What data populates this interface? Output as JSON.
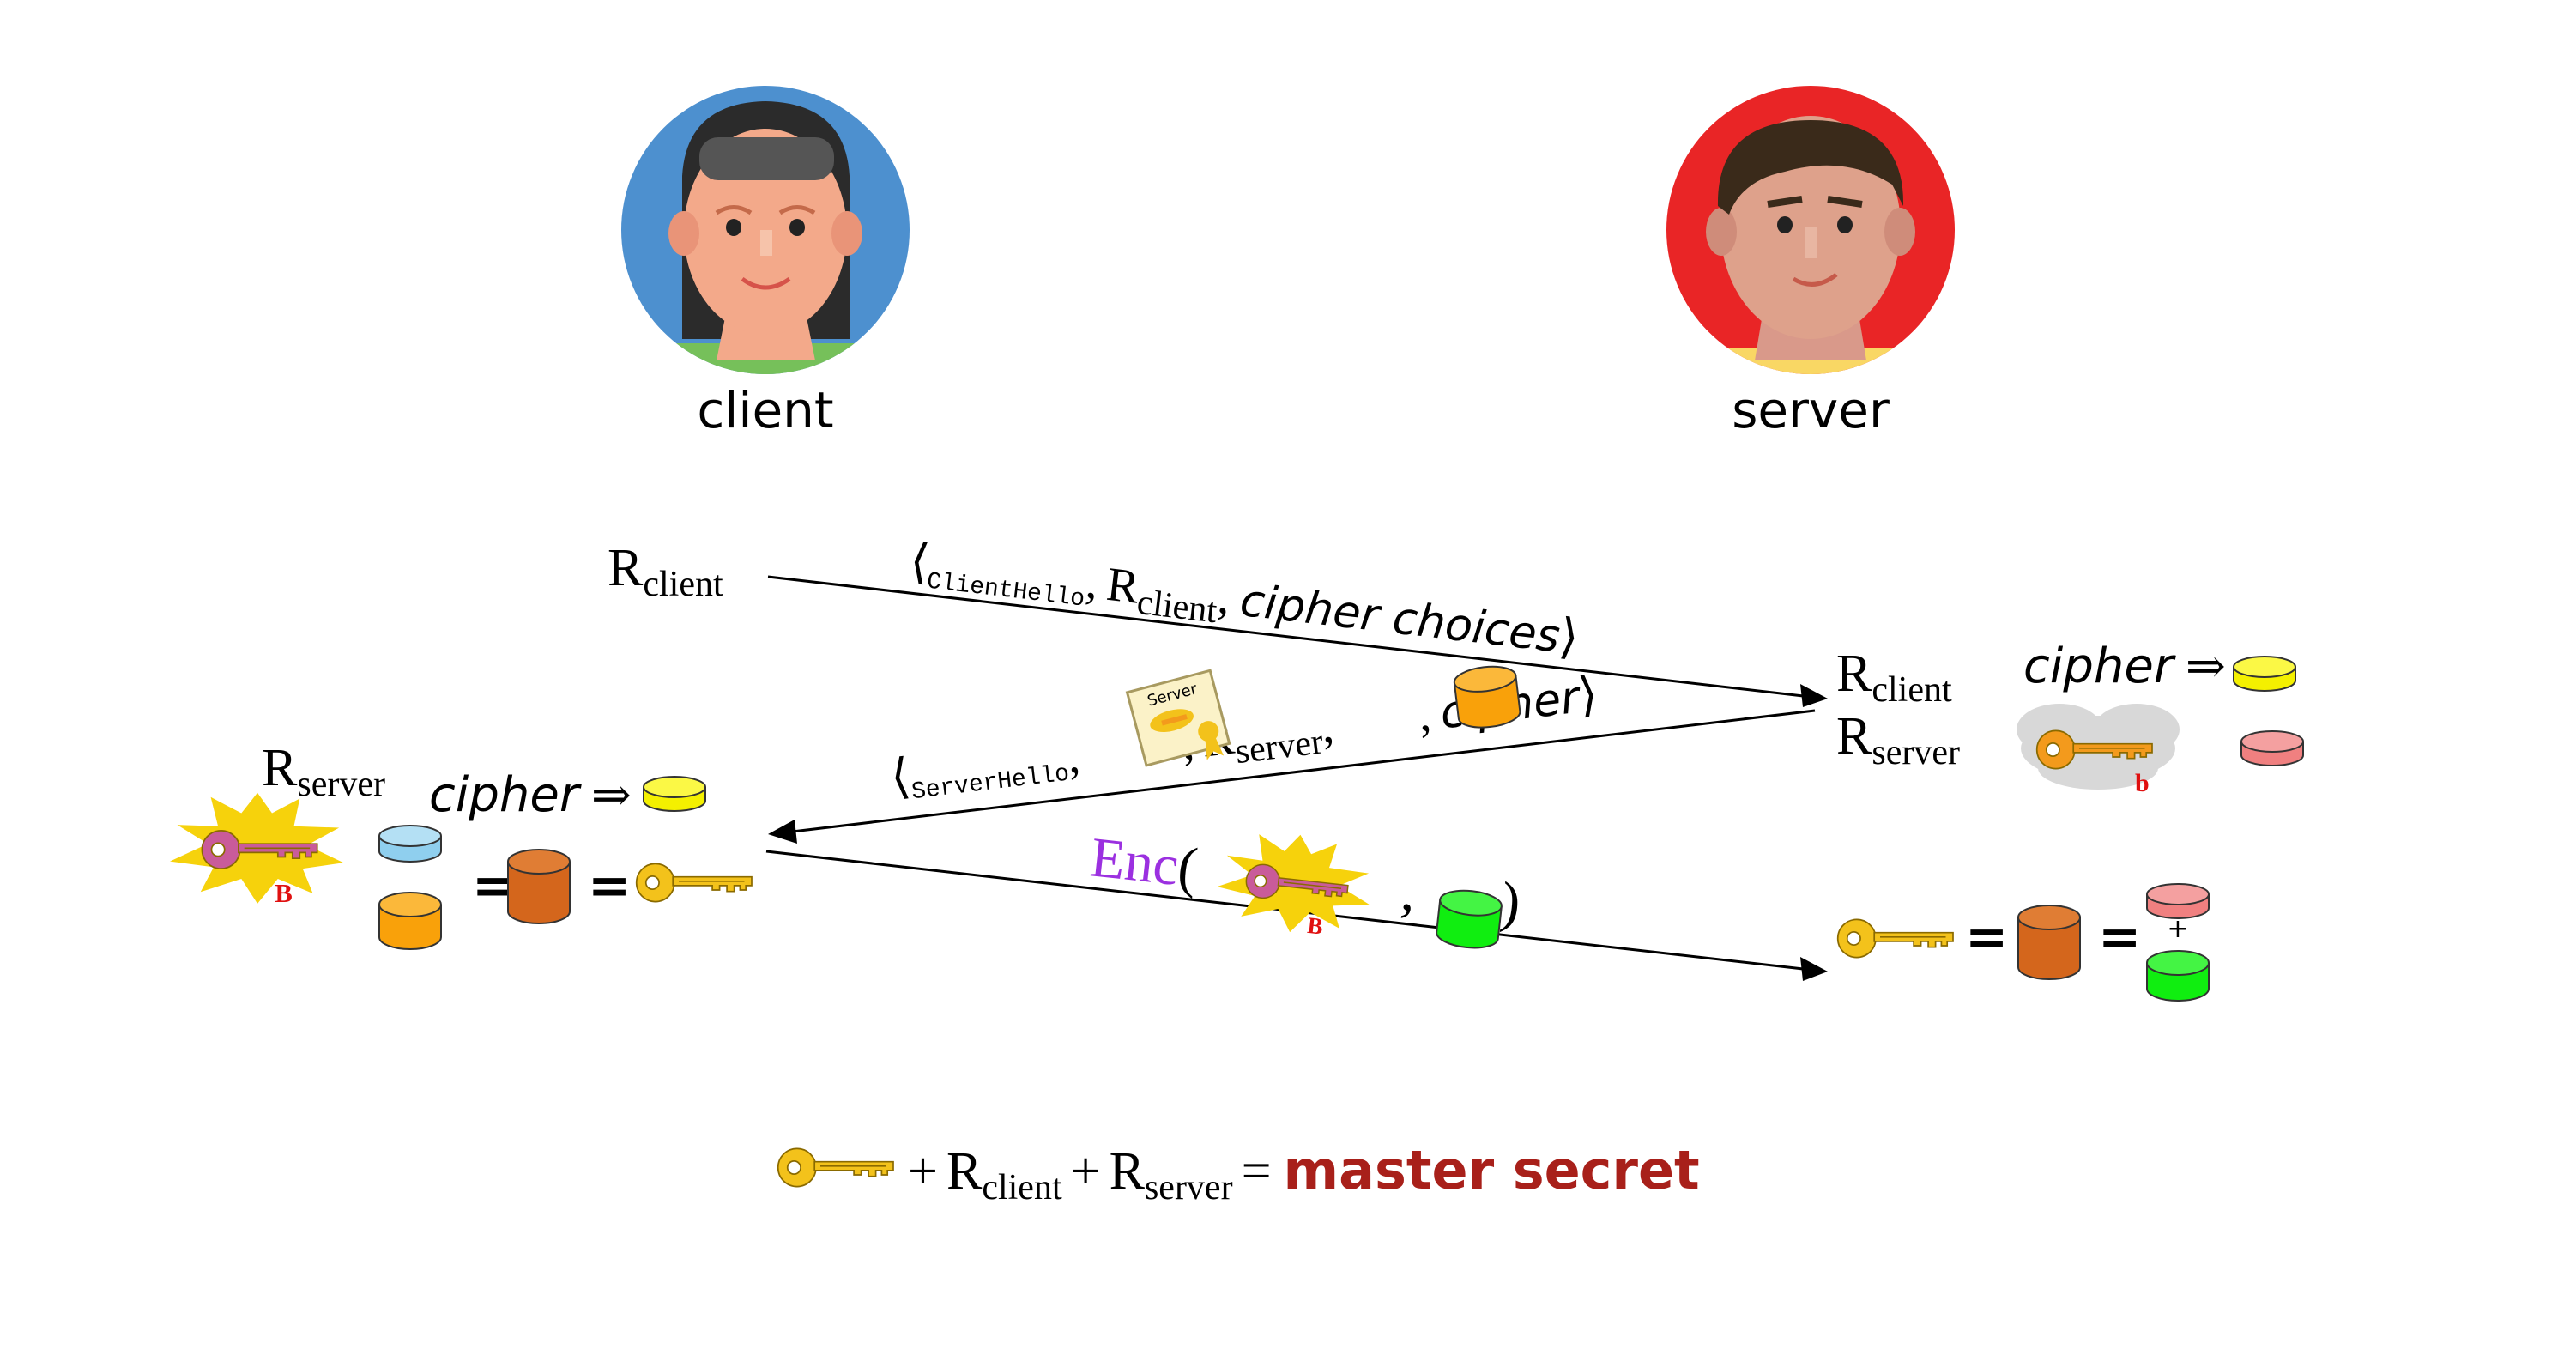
{
  "actors": {
    "client_label": "client",
    "server_label": "server"
  },
  "messages": {
    "client_hello": {
      "open": "⟨",
      "name": "ClientHello",
      "sep1": ",",
      "r": "R",
      "r_sub": "client",
      "sep2": ",",
      "choices": "cipher choices",
      "close": "⟩"
    },
    "server_hello": {
      "open": "⟨",
      "name": "ServerHello",
      "sep1": ",",
      "sep2": ",",
      "r": "R",
      "r_sub": "server",
      "sep3": ",",
      "sep4": ",",
      "cipher": "cipher",
      "close": "⟩"
    },
    "encrypted": {
      "enc": "Enc",
      "open_paren": "(",
      "comma": ",",
      "close_paren": ")"
    }
  },
  "client_side": {
    "r_client": "R",
    "r_client_sub": "client",
    "r_server": "R",
    "r_server_sub": "server",
    "cipher": "cipher",
    "implies": "⇒",
    "plus": "+",
    "equals1": "=",
    "equals2": "="
  },
  "server_side": {
    "r_client": "R",
    "r_client_sub": "client",
    "r_server": "R",
    "r_server_sub": "server",
    "cipher": "cipher",
    "implies": "⇒",
    "equals1": "=",
    "equals2": "=",
    "plus": "+"
  },
  "key_badges": {
    "client_public_key": "B",
    "server_private_key": "b",
    "encrypted_key": "B"
  },
  "certificate": {
    "title": "Server"
  },
  "formula": {
    "plus1": "+",
    "r1": "R",
    "r1_sub": "client",
    "plus2": "+",
    "r2": "R",
    "r2_sub": "server",
    "equals": "=",
    "result": "master secret"
  },
  "colors": {
    "client_bg": "#4d90cf",
    "server_bg": "#e92526",
    "master_secret": "#a8201a",
    "enc": "#9b30e0",
    "gold_key": "#f3c21b",
    "pink_key": "#c95b9a",
    "orange_key": "#f39a1c",
    "yellow_disk": "#f4f000",
    "pink_disk": "#f08080",
    "blue_disk": "#8fcfee",
    "orange_disk": "#f9a10a",
    "brown_disk": "#d4661c",
    "green_disk": "#10ee10"
  },
  "icons": [
    "woman-avatar-icon",
    "man-avatar-icon",
    "gold-key-icon",
    "pink-key-icon",
    "orange-key-icon",
    "certificate-icon",
    "cylinder-icon",
    "starburst-icon",
    "cloud-icon"
  ]
}
